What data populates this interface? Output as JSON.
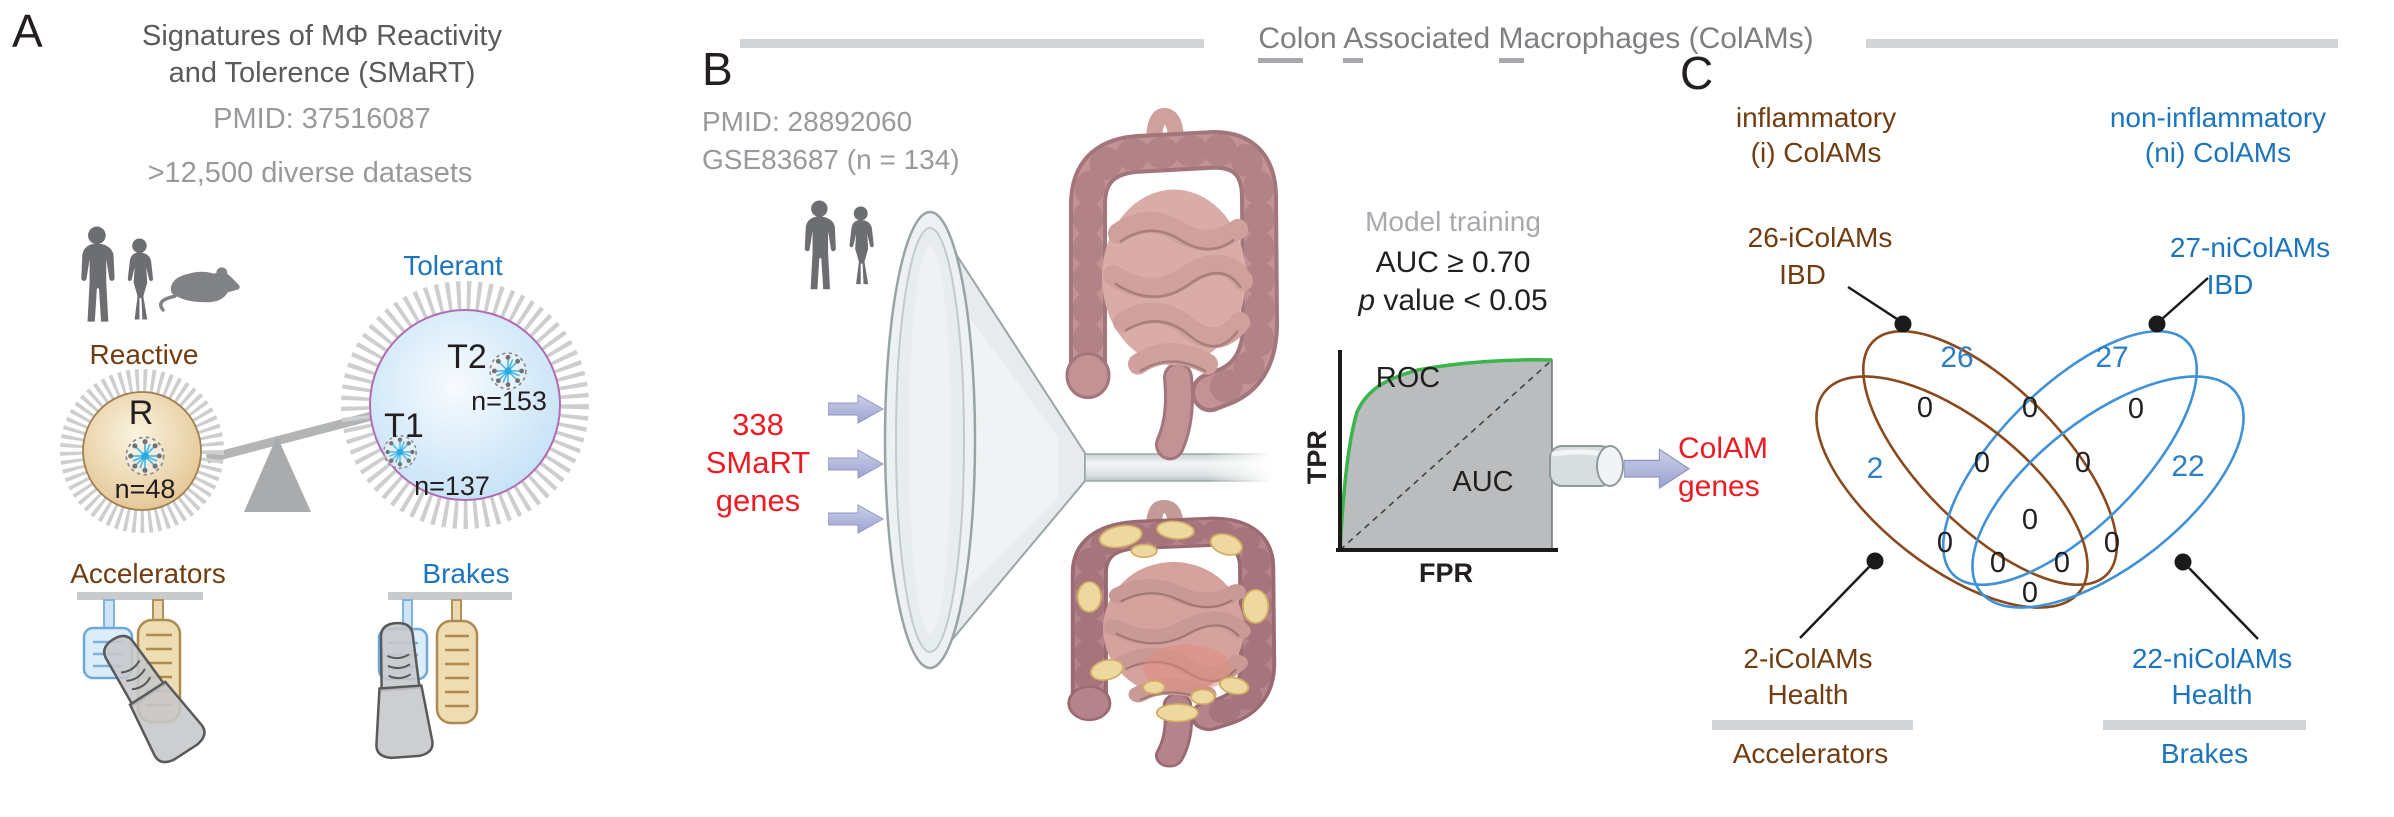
{
  "panelA": {
    "label": "A",
    "title_line1": "Signatures of MΦ Reactivity",
    "title_line2": "and Tolerence (SMaRT)",
    "pmid": "PMID: 37516087",
    "subtitle": ">12,500 diverse datasets",
    "reactive_label": "Reactive",
    "tolerant_label": "Tolerant",
    "reactive_cell": {
      "name": "R",
      "count": "n=48"
    },
    "tolerant_cell": {
      "t2_name": "T2",
      "t2_count": "n=153",
      "t1_name": "T1",
      "t1_count": "n=137"
    },
    "accelerators_label": "Accelerators",
    "brakes_label": "Brakes"
  },
  "header": {
    "full_title": "Colon Associated Macrophages (ColAMs)",
    "parts": [
      {
        "text": "Col",
        "underline": true
      },
      {
        "text": "on ",
        "underline": false
      },
      {
        "text": "A",
        "underline": true
      },
      {
        "text": "ssociated ",
        "underline": false
      },
      {
        "text": "M",
        "underline": true
      },
      {
        "text": "acrophages (ColAMs)",
        "underline": false
      }
    ]
  },
  "panelB": {
    "label": "B",
    "pmid": "PMID: 28892060",
    "dataset": "GSE83687 (n = 134)",
    "input_label_lines": [
      "338",
      "SMaRT",
      "genes"
    ],
    "model_training_label": "Model training",
    "auc_criterion": "AUC ≥ 0.70",
    "p_criterion_italic": "p",
    "p_criterion_rest": " value < 0.05",
    "roc_curve_label": "ROC",
    "auc_area_label": "AUC",
    "y_axis_label": "TPR",
    "x_axis_label": "FPR",
    "output_label_line1": "ColAM",
    "output_label_line2": "genes"
  },
  "panelC": {
    "label": "C",
    "inflammatory_line1": "inflammatory",
    "inflammatory_line2": "(i) ColAMs",
    "noninflammatory_line1": "non-inflammatory",
    "noninflammatory_line2": "(ni) ColAMs",
    "top_left_callout": {
      "line1": "26-iColAMs",
      "line2": "IBD"
    },
    "top_right_callout": {
      "line1": "27-niColAMs",
      "line2": "IBD"
    },
    "bottom_left_callout": {
      "line1": "2-iColAMs",
      "line2": "Health",
      "footer": "Accelerators"
    },
    "bottom_right_callout": {
      "line1": "22-niColAMs",
      "line2": "Health",
      "footer": "Brakes"
    },
    "venn": {
      "unique_counts": {
        "icolams_ibd": "26",
        "nicolams_ibd": "27",
        "icolams_health": "2",
        "nicolams_health": "22"
      },
      "zeros": [
        "0",
        "0",
        "0",
        "0",
        "0",
        "0",
        "0",
        "0",
        "0",
        "0",
        "0"
      ]
    }
  },
  "colors": {
    "brown": "#713d10",
    "blue": "#1c75bc",
    "red": "#ed1c24",
    "venn_brown": "#8b4a1e",
    "venn_blue": "#4191d6",
    "count_blue": "#2e7ec4",
    "gray_text": "#97999c",
    "dark_gray_text": "#595a5c",
    "roc_green": "#3ab54a"
  }
}
